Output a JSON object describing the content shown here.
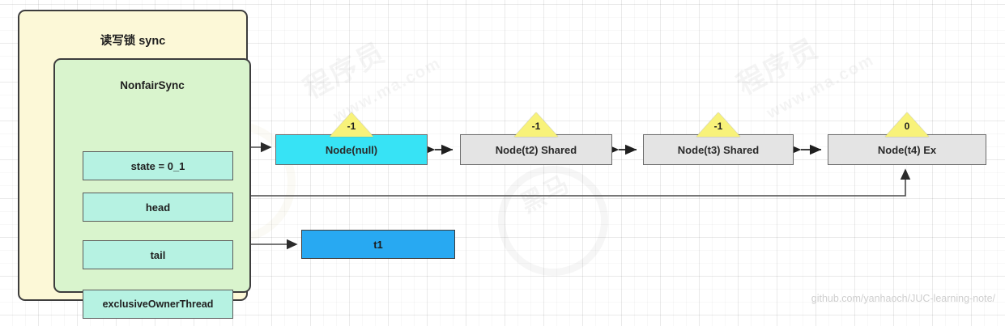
{
  "diagram": {
    "title": "读写锁 sync",
    "footer": "github.com/yanhaoch/JUC-learning-note/",
    "colors": {
      "outer_panel": "#fcf8d7",
      "inner_panel": "#d9f4cd",
      "field_box": "#b6f2e2",
      "node_gray": "#e4e4e4",
      "node_cyan": "#37e3f5",
      "thread_box": "#28a9f2",
      "badge": "#f8f27a",
      "stroke": "#3d3d3d"
    }
  },
  "sync_panel": {
    "title": "读写锁 sync",
    "inner": {
      "title": "NonfairSync",
      "fields": [
        {
          "label": "state = 0_1"
        },
        {
          "label": "head"
        },
        {
          "label": "tail"
        },
        {
          "label": "exclusiveOwnerThread"
        }
      ]
    }
  },
  "queue": {
    "nodes": [
      {
        "label": "Node(null)",
        "wait_status": "-1",
        "fill": "cyan"
      },
      {
        "label": "Node(t2) Shared",
        "wait_status": "-1",
        "fill": "gray"
      },
      {
        "label": "Node(t3) Shared",
        "wait_status": "-1",
        "fill": "gray"
      },
      {
        "label": "Node(t4) Ex",
        "wait_status": "0",
        "fill": "gray"
      }
    ]
  },
  "owner_thread": {
    "label": "t1"
  },
  "watermarks": {
    "w1": "程序员",
    "w2": "www.ma.com",
    "w3": "程序员",
    "w4": "www.ma.com",
    "w5": "黑马"
  }
}
